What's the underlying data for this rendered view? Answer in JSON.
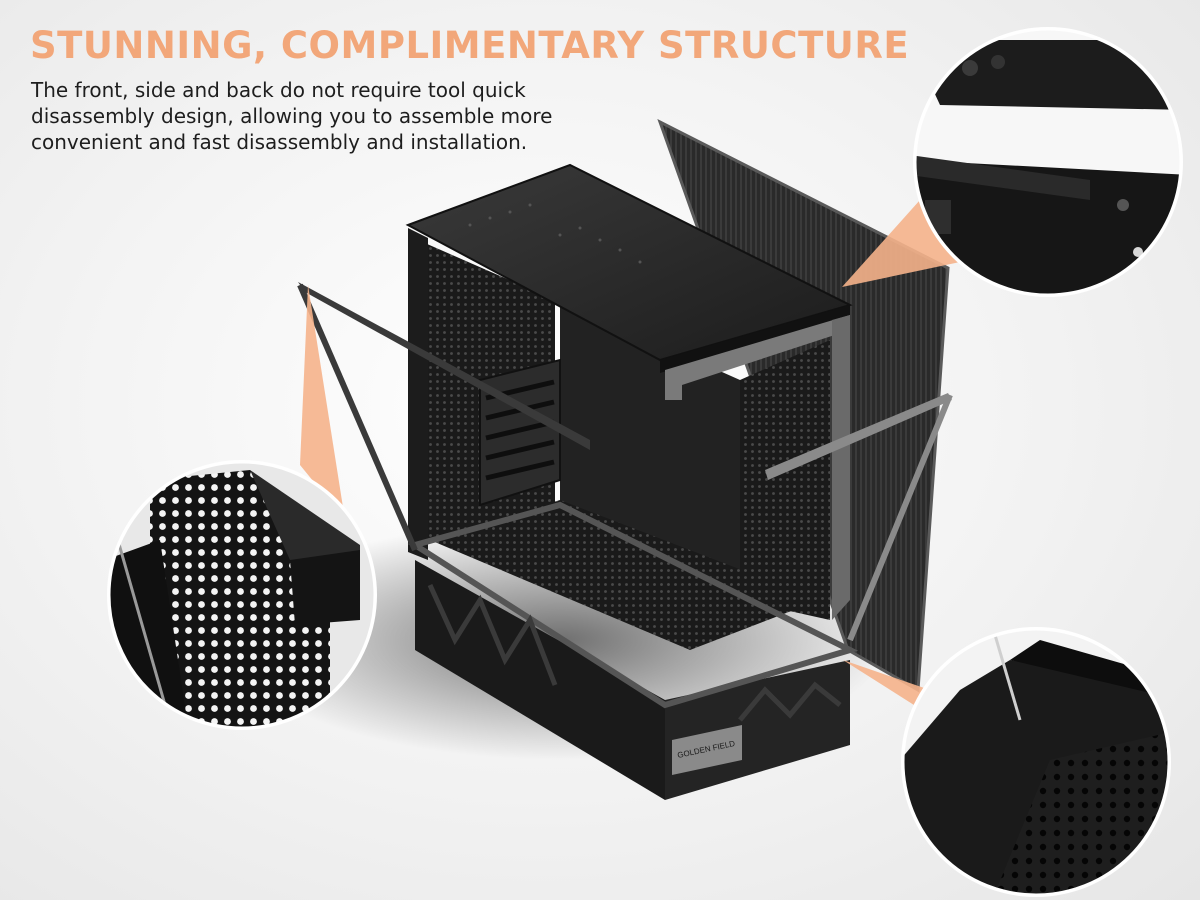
{
  "headline": "STUNNING, COMPLIMENTARY STRUCTURE",
  "description": {
    "lines": [
      "The front, side and back do not require tool quick",
      "disassembly design, allowing you to assemble more",
      "convenient and fast disassembly and installation."
    ]
  },
  "product": {
    "brand_label": "GOLDEN FIELD"
  },
  "colors": {
    "accent": "#f2a77a",
    "callout_fill": "#f5b38b",
    "case_dark": "#1c1c1c",
    "case_mid": "#2e2e2e",
    "frame_grey": "#6e6e6e"
  },
  "callouts": [
    {
      "name": "top-right-detail",
      "subject": "top panel latch"
    },
    {
      "name": "left-detail",
      "subject": "mesh side panel edge"
    },
    {
      "name": "bottom-right-detail",
      "subject": "bottom panel corner"
    }
  ]
}
